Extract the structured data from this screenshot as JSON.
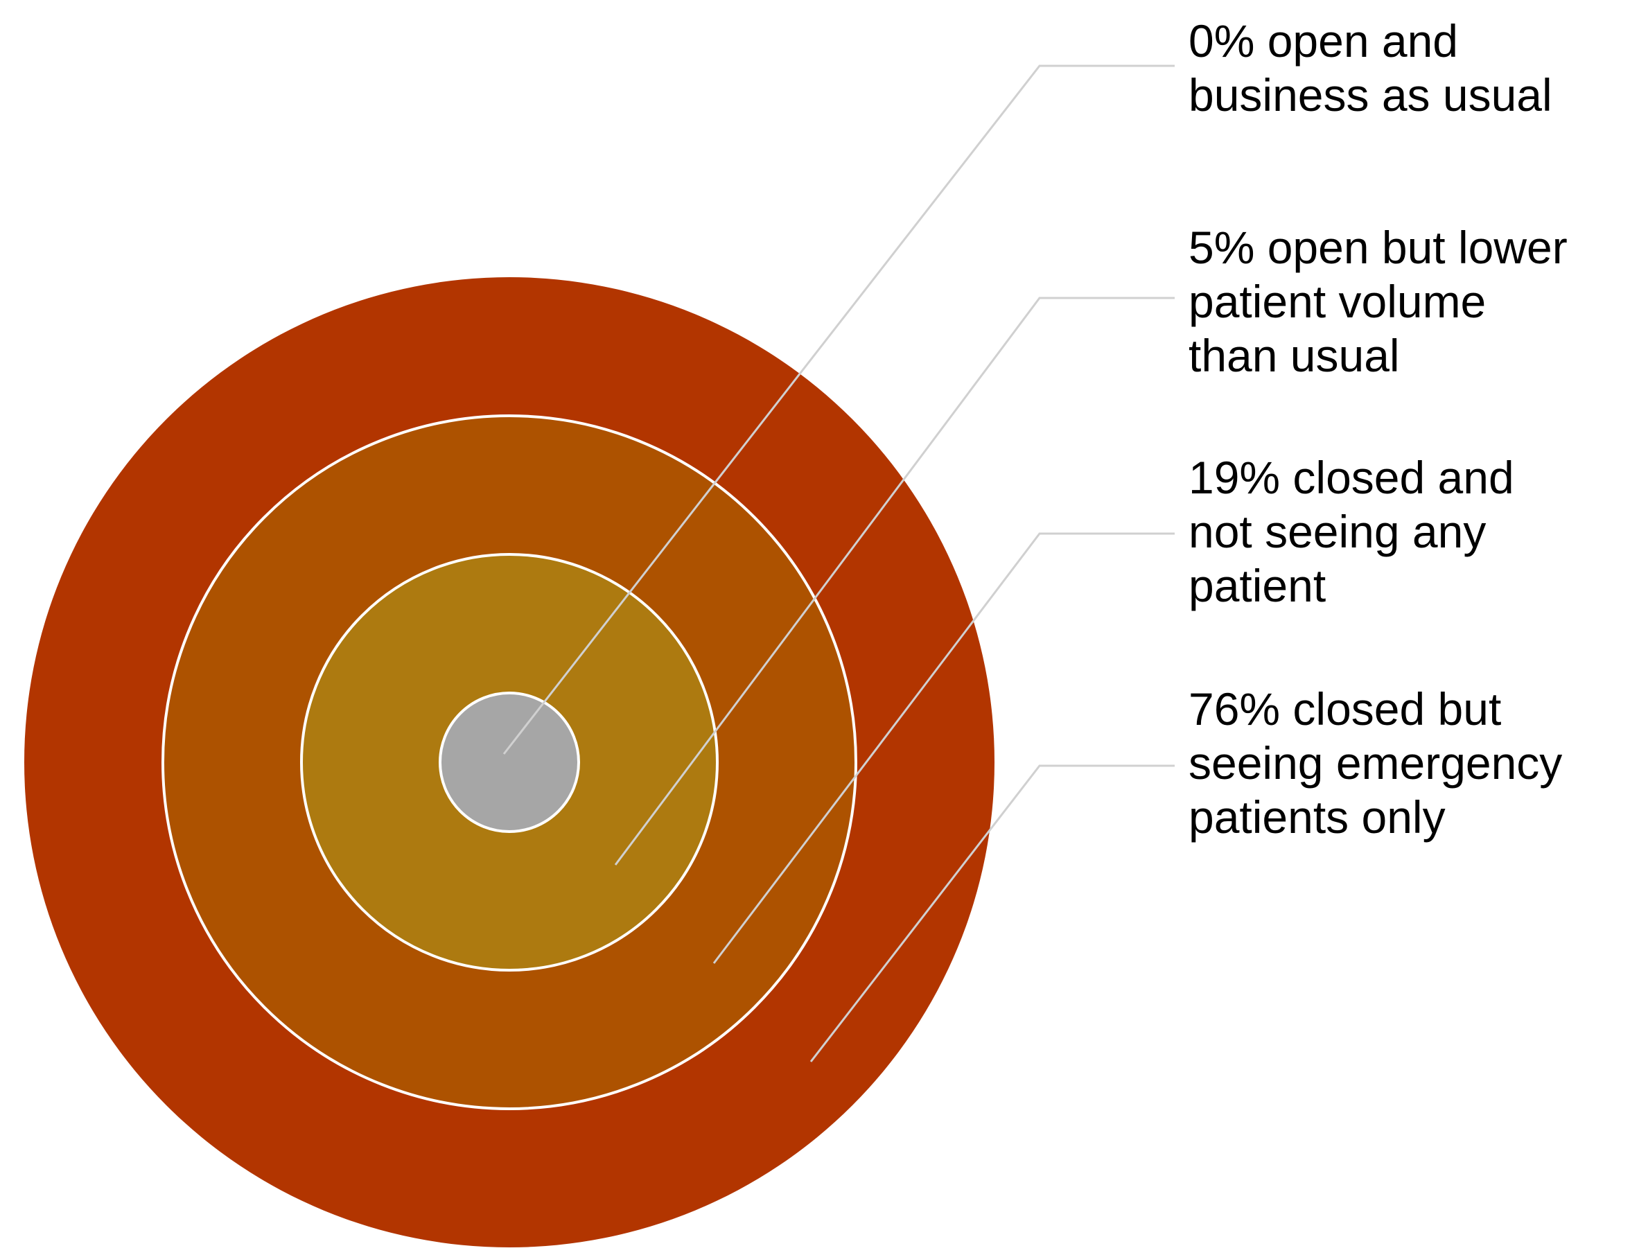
{
  "chart_data": {
    "type": "pie",
    "title": "",
    "series": [
      {
        "name": "",
        "values": [
          {
            "percent": 0,
            "label": [
              "0% open and",
              "business as usual"
            ],
            "color": "#a6a6a6"
          },
          {
            "percent": 5,
            "label": [
              "5% open but lower",
              "patient volume",
              "than usual"
            ],
            "color": "#ad7a10"
          },
          {
            "percent": 19,
            "label": [
              "19% closed and",
              "not seeing any",
              "patient"
            ],
            "color": "#ad5200"
          },
          {
            "percent": 76,
            "label": [
              "76% closed but",
              "seeing emergency",
              "patients only"
            ],
            "color": "#b23500"
          }
        ]
      }
    ],
    "legend": "right"
  },
  "colors": {
    "ring_separator": "#ffffff",
    "leader_line": "#d0d0d0",
    "background": "#ffffff"
  }
}
